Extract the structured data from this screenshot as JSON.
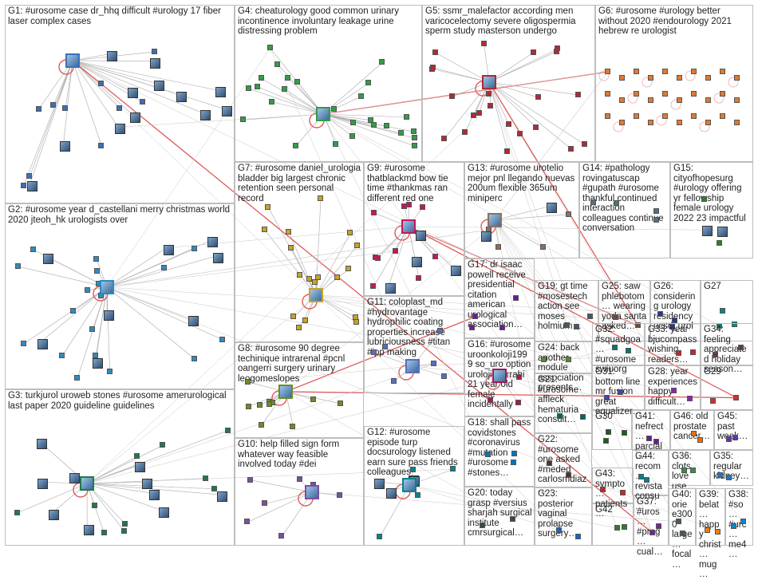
{
  "title": "NodeXL #urosome network graph",
  "colors": {
    "edge": "#a9a9a9",
    "highlight_edge": "#e05a5a",
    "border": "#bdbdbd",
    "text": "#222222"
  },
  "groups": [
    {
      "id": "G1",
      "label": "G1: #urosome case dr_hhq difficult #urology 17 fiber laser complex cases",
      "color": "#3b6fb6"
    },
    {
      "id": "G2",
      "label": "G2: #urosome year d_castellani merry christmas world 2020 jteoh_hk urologists over",
      "color": "#2e8bc0"
    },
    {
      "id": "G3",
      "label": "G3: turkjurol uroweb stones #urosome amerurological last paper 2020 guideline guidelines",
      "color": "#1f7a4a"
    },
    {
      "id": "G4",
      "label": "G4: cheaturology good common urinary incontinence involuntary leakage urine distressing problem",
      "color": "#2f9e44"
    },
    {
      "id": "G5",
      "label": "G5: ssmr_malefactor according men varicocelectomy severe oligospermia sperm study masterson undergo",
      "color": "#b02a37"
    },
    {
      "id": "G6",
      "label": "G6: #urosome #urology better without 2020 #endourology 2021 hebrew re urologist",
      "color": "#e07a2f"
    },
    {
      "id": "G7",
      "label": "G7: #urosome daniel_urologia bladder big largest chronic retention seen personal record",
      "color": "#c9a227"
    },
    {
      "id": "G8",
      "label": "G8: #urosome 90 degree techinique intrarenal #pcnl oangerri surgery urinary leogomeslopes",
      "color": "#6b8e23"
    },
    {
      "id": "G9",
      "label": "G9: #urosome thatblackmd bow tie time #thankmas ran different red one",
      "color": "#c2185b"
    },
    {
      "id": "G10",
      "label": "G10: help filled sign form whatever way feasible involved today #dei",
      "color": "#7b4fa0"
    },
    {
      "id": "G11",
      "label": "G11: coloplast_md #hydrovantage hydrophilic coating properties increase lubriciousness #titan #ipp making",
      "color": "#5c6bc0"
    },
    {
      "id": "G12",
      "label": "G12: #urosome episode turp docsurology listened earn sure pass friends colleagues",
      "color": "#00838f"
    },
    {
      "id": "G13",
      "label": "G13: #urosome urotelio mejor pnl llegando nuevas 200um flexible 365um miniperc",
      "color": "#8d6e63"
    },
    {
      "id": "G14",
      "label": "G14: #pathology rovingatuscap #gupath #urosome thankful continued interaction colleagues continue conversation",
      "color": "#546e7a"
    },
    {
      "id": "G15",
      "label": "G15: cityofhopesurg #urology offering yr fellowship female urology 2022 23 impactful",
      "color": "#2e7d32"
    },
    {
      "id": "G16",
      "label": "G16: #urosome uroonkoloji1999 so_uro option urolojikcerrahi 21 year old female incidentally",
      "color": "#ad1457"
    },
    {
      "id": "G17",
      "label": "G17: dr isaac powell receive presidential citation american urological association…",
      "color": "#6a1b9a"
    },
    {
      "id": "G18",
      "label": "G18: shall pass covidstones #coronavirus #mutation #urosome #stones…",
      "color": "#0277bd"
    },
    {
      "id": "G19",
      "label": "G19: gt time #mosestech action see moses holmium…",
      "color": "#455a64"
    },
    {
      "id": "G20",
      "label": "G20: today grasp #versius sharjah surgical institute cmrsurgical…",
      "color": "#37474f"
    },
    {
      "id": "G21",
      "label": "G21: #urosome affleck hematuria consult…",
      "color": "#00695c"
    },
    {
      "id": "G22",
      "label": "G22: #urosome one asked #meded carlosmdiaz…",
      "color": "#4e342e"
    },
    {
      "id": "G23",
      "label": "G23: posterior vaginal prolapse surgery…",
      "color": "#1565c0"
    },
    {
      "id": "G24",
      "label": "G24: back another module association presents…",
      "color": "#558b2f"
    },
    {
      "id": "G25",
      "label": "G25: saw phlebotom… wearing yoda santa asked…",
      "color": "#6d4c41"
    },
    {
      "id": "G26",
      "label": "G26: considering urology residency ucsd_urol…",
      "color": "#283593"
    },
    {
      "id": "G27",
      "label": "G27",
      "color": "#00897b"
    },
    {
      "id": "G28",
      "label": "G28: year experiences happy difficult…",
      "color": "#8e24aa"
    },
    {
      "id": "G29",
      "label": "G29",
      "color": "#d32f2f"
    },
    {
      "id": "G30",
      "label": "G30",
      "color": "#1b5e20"
    },
    {
      "id": "G31",
      "label": "G31: bottom line mr fusion great equalizer…",
      "color": "#3949ab"
    },
    {
      "id": "G32",
      "label": "G32: #squadgoa… #urosome swiuorg",
      "color": "#00796b"
    },
    {
      "id": "G33",
      "label": "G33: year bjucompass wishing readers…",
      "color": "#c62828"
    },
    {
      "id": "G34",
      "label": "G34: feeling appreciated holiday season…",
      "color": "#5d4037"
    },
    {
      "id": "G35",
      "label": "G35: regular kidney…",
      "color": "#1976d2"
    },
    {
      "id": "G36",
      "label": "G36: clots love use…",
      "color": "#388e3c"
    },
    {
      "id": "G37",
      "label": "G37: #uros… #preg… cual…",
      "color": "#7b1fa2"
    },
    {
      "id": "G38",
      "label": "G38: #so… #urc… me4…",
      "color": "#0288d1"
    },
    {
      "id": "G39",
      "label": "G39: belat… happy christ… mug…",
      "color": "#f57c00"
    },
    {
      "id": "G40",
      "label": "G40: orie e3000 large… focal…",
      "color": "#455a64"
    },
    {
      "id": "G41",
      "label": "G41: nefrect… parcial…",
      "color": "#6a1b9a"
    },
    {
      "id": "G42",
      "label": "G42",
      "color": "#2e7d32"
    },
    {
      "id": "G43",
      "label": "G43: sympto… patients…",
      "color": "#c62828"
    },
    {
      "id": "G44",
      "label": "G44: recom… revista consu…",
      "color": "#00838f"
    },
    {
      "id": "G45",
      "label": "G45: past week…",
      "color": "#5e35b1"
    },
    {
      "id": "G46",
      "label": "G46: old prostate cancer…",
      "color": "#ef6c00"
    }
  ]
}
